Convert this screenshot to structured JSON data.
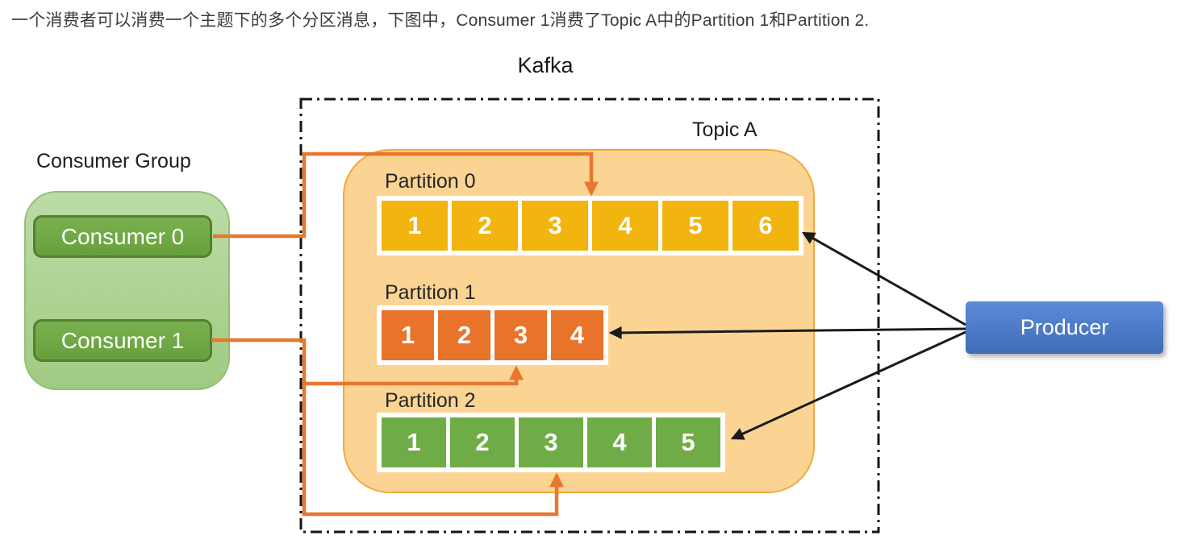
{
  "caption": "一个消费者可以消费一个主题下的多个分区消息，下图中，Consumer 1消费了Topic A中的Partition 1和Partition 2.",
  "kafka_label": "Kafka",
  "topic_label": "Topic A",
  "partitions": [
    {
      "label": "Partition 0",
      "cells": [
        "1",
        "2",
        "3",
        "4",
        "5",
        "6"
      ],
      "cell_color": "#f2b40e"
    },
    {
      "label": "Partition 1",
      "cells": [
        "1",
        "2",
        "3",
        "4"
      ],
      "cell_color": "#e8742c"
    },
    {
      "label": "Partition 2",
      "cells": [
        "1",
        "2",
        "3",
        "4",
        "5"
      ],
      "cell_color": "#6fac47"
    }
  ],
  "consumer_group": {
    "label": "Consumer Group",
    "consumers": [
      {
        "label": "Consumer 0"
      },
      {
        "label": "Consumer 1"
      }
    ]
  },
  "producer_label": "Producer",
  "colors": {
    "topic_fill": "#fbd494",
    "topic_border": "#f0a93e",
    "orange_line": "#e8772e",
    "black_line": "#1b1b1b",
    "consumer_button_green": "#6da845",
    "consumer_group_fill": "#aed194",
    "producer_blue": "#4472c4",
    "partition0_yellow": "#f2b40e",
    "partition1_orange": "#e8742c",
    "partition2_green": "#6fac47"
  }
}
